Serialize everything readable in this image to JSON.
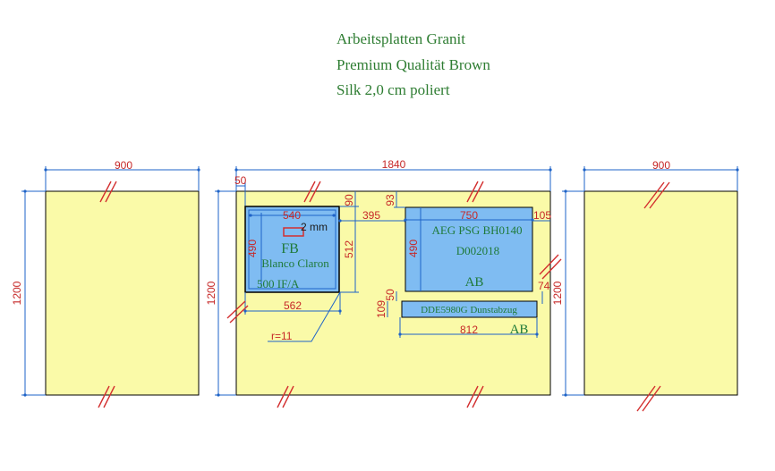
{
  "title": {
    "line1": "Arbeitsplatten Granit",
    "line2": "Premium Qualität Brown",
    "line3": "Silk 2,0 cm poliert"
  },
  "left_panel": {
    "width": "900",
    "height": "1200"
  },
  "main_panel": {
    "width": "1840",
    "height": "1200",
    "left_offset": "50",
    "radius": "r=11",
    "sink": {
      "code": "FB",
      "name": "Blanco Claron",
      "model": "500 IF/A",
      "width": "540",
      "height": "490",
      "outer_width": "562",
      "outer_height": "512",
      "top_offset": "90",
      "gap": "2 mm"
    },
    "gap_between": "395",
    "hob": {
      "name": "AEG PSG BH0140",
      "model": "D002018",
      "code": "AB",
      "width": "750",
      "height": "490",
      "top_offset": "93",
      "right_offset": "105",
      "bottom_offset": "74"
    },
    "hood": {
      "name": "DDE5980G Dunstabzug",
      "code": "AB",
      "width": "812",
      "height": "109",
      "gap": "50"
    }
  },
  "right_panel": {
    "width": "900",
    "height": "1200"
  },
  "colors": {
    "panel_fill": "#fafaa8",
    "cutout_fill": "#7fbcf2",
    "dimension": "#1e63c8",
    "text_dim": "#c62828",
    "label": "#1f7a3a"
  }
}
